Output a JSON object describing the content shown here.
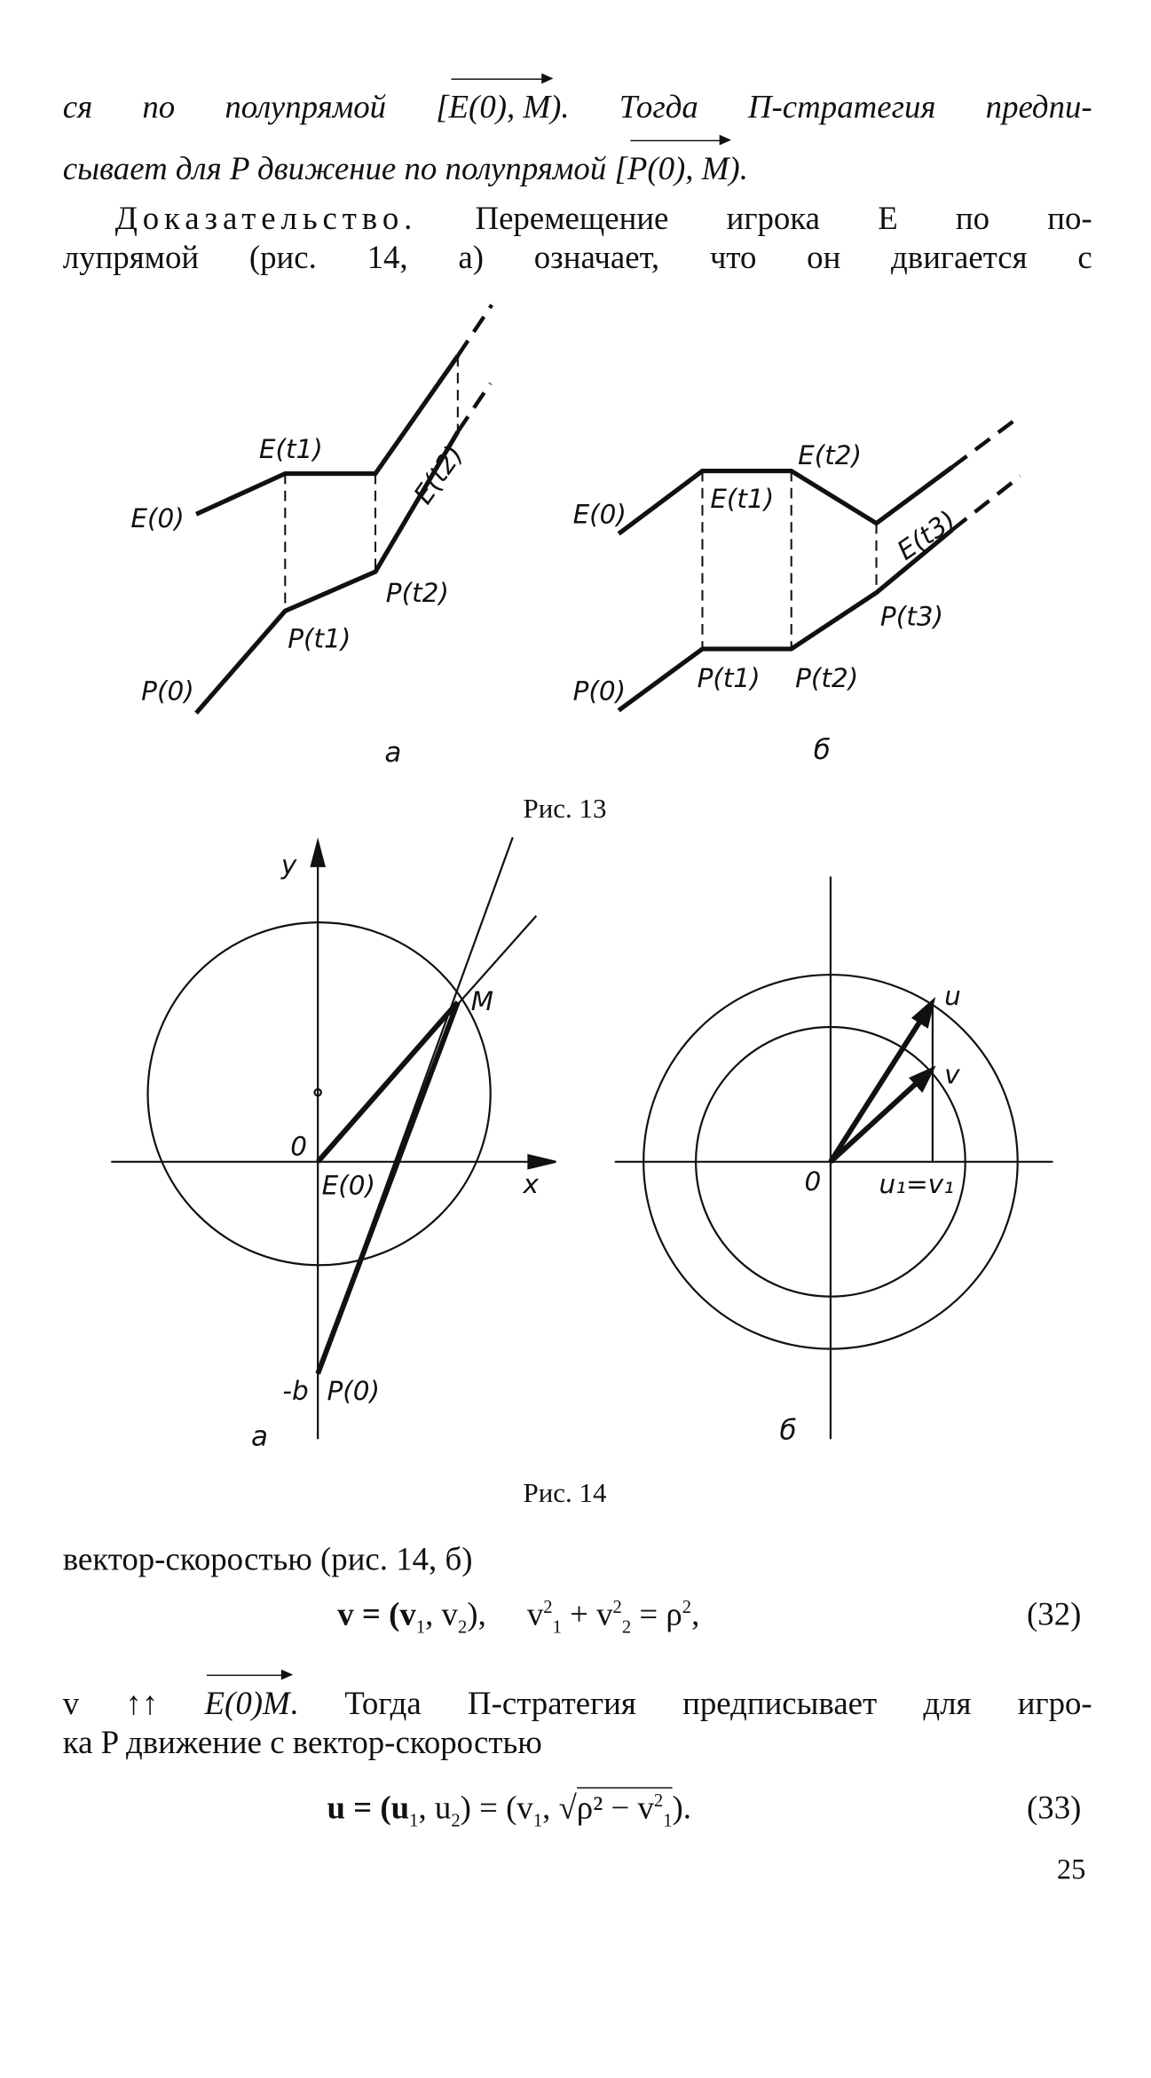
{
  "text": {
    "line1": {
      "a": "ся по полупрямой [",
      "vec": "E(0), M",
      "b": "). Тогда П-стратегия предпи-"
    },
    "line2": {
      "a": "сывает для P движение по полупрямой [",
      "vec": "P(0), M",
      "b": ")."
    },
    "line3": {
      "spaced": "Доказательство.",
      "rest": " Перемещение игрока E по по-"
    },
    "line4": "лупрямой (рис. 14, а) означает, что он двигается с",
    "line5": "вектор-скоростью (рис. 14, б)",
    "eq32": {
      "lhs": "v = (v",
      "s1": "1",
      "mid": ", v",
      "s2": "2",
      "mid2": "),     v",
      "p1": "2",
      "s3": "1",
      "plus": " + v",
      "p2": "2",
      "s4": "2",
      "rhs": " = ρ",
      "p3": "2",
      "end": ",",
      "num": "(32)"
    },
    "line6": {
      "a": "v ↑↑ ",
      "vec": "E(0)M",
      "b": ". Тогда П-стратегия предписывает для игро-"
    },
    "line7": "ка P движение с вектор-скоростью",
    "eq33": {
      "lhs": "u = (u",
      "s1": "1",
      "mid": ", u",
      "s2": "2",
      "mid2": ") = (v",
      "s3": "1",
      "comma": ", √",
      "rad": "ρ² − v",
      "s4": "1",
      "p4": "2",
      "end": ").",
      "num": "(33)"
    },
    "page_number": "25"
  },
  "fig13": {
    "a": {
      "labels": [
        "E(0)",
        "E(t1)",
        "E(t2)",
        "P(0)",
        "P(t1)",
        "P(t2)"
      ],
      "sublabel": "а"
    },
    "b": {
      "labels": [
        "E(0)",
        "E(t1)",
        "E(t2)",
        "E(t3)",
        "P(0)",
        "P(t1)",
        "P(t2)",
        "P(t3)"
      ],
      "sublabel": "б"
    },
    "caption": "Рис. 13"
  },
  "fig14": {
    "a": {
      "labels": {
        "y": "y",
        "x": "x",
        "o": "0",
        "e0": "E(0)",
        "m": "M",
        "b": "-b",
        "p0": "P(0)"
      },
      "sublabel": "а"
    },
    "b": {
      "labels": {
        "u": "u",
        "v": "v",
        "o": "0",
        "u1v1": "u₁=v₁"
      },
      "sublabel": "б"
    },
    "caption": "Рис. 14"
  }
}
